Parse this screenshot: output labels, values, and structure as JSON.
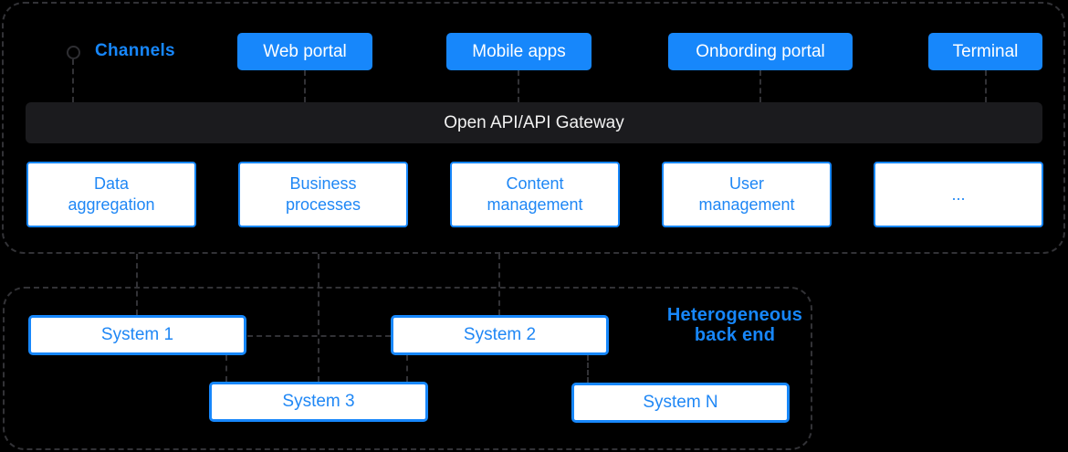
{
  "diagram": {
    "channels": {
      "label": "Channels",
      "buttons": [
        {
          "label": "Web portal"
        },
        {
          "label": "Mobile apps"
        },
        {
          "label": "Onbording portal"
        },
        {
          "label": "Terminal"
        }
      ]
    },
    "gateway": {
      "label": "Open API/API Gateway"
    },
    "services": [
      {
        "label": "Data aggregation"
      },
      {
        "label": "Business processes"
      },
      {
        "label": "Content management"
      },
      {
        "label": "User management"
      },
      {
        "label": "..."
      }
    ],
    "backend": {
      "label": "Heterogeneous back end",
      "systems": [
        {
          "label": "System 1"
        },
        {
          "label": "System 2"
        },
        {
          "label": "System 3"
        },
        {
          "label": "System N"
        }
      ]
    },
    "colors": {
      "accent": "#1787fb",
      "background": "#000000",
      "gateway_bar": "#1b1b1e",
      "dash": "#323236",
      "box_background": "#ffffff"
    }
  }
}
